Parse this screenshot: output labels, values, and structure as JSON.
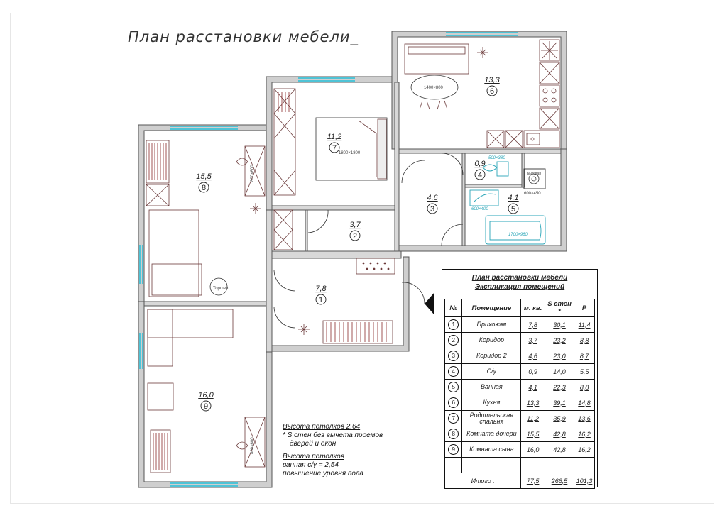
{
  "title": "План расстановки мебели_",
  "rooms": [
    {
      "num": "1",
      "area": "7,8"
    },
    {
      "num": "2",
      "area": "3,7"
    },
    {
      "num": "3",
      "area": "4,6"
    },
    {
      "num": "4",
      "area": "0,9"
    },
    {
      "num": "5",
      "area": "4,1"
    },
    {
      "num": "6",
      "area": "13,3"
    },
    {
      "num": "7",
      "area": "11,2"
    },
    {
      "num": "8",
      "area": "15,5"
    },
    {
      "num": "9",
      "area": "16,0"
    }
  ],
  "labels": {
    "table_kitchen": "1400×800",
    "bed": "1800×1800",
    "toilet": "500×380",
    "sink": "600×400",
    "washer": "600×450",
    "bath": "1700×960",
    "desk1": "800×600",
    "desk2": "800×600",
    "torsher": "Торшер",
    "washer_word": "Бытовая"
  },
  "notes": {
    "ceiling": "Высота потолков 2,64",
    "swall1": "* S стен без вычета проемов",
    "swall2": "дверей и окон",
    "bath_ceiling1": "Высота потолков",
    "bath_ceiling2": "ванная с/у = 2,54",
    "floor": "повышение уровня пола"
  },
  "explication": {
    "title1": "План расстановки мебели",
    "title2": "Экспликация помещений",
    "headers": [
      "№",
      "Помещение",
      "м. кв.",
      "S стен *",
      "P"
    ],
    "rows": [
      {
        "num": "1",
        "name": "Прихожая",
        "area": "7,8",
        "s": "30,1",
        "p": "11,4"
      },
      {
        "num": "2",
        "name": "Коридор",
        "area": "3,7",
        "s": "23,2",
        "p": "8,8"
      },
      {
        "num": "3",
        "name": "Коридор 2",
        "area": "4,6",
        "s": "23,0",
        "p": "8,7"
      },
      {
        "num": "4",
        "name": "С/у",
        "area": "0,9",
        "s": "14,0",
        "p": "5,5"
      },
      {
        "num": "5",
        "name": "Ванная",
        "area": "4,1",
        "s": "22,3",
        "p": "8,8"
      },
      {
        "num": "6",
        "name": "Кухня",
        "area": "13,3",
        "s": "39,1",
        "p": "14,8"
      },
      {
        "num": "7",
        "name": "Родительская спальня",
        "area": "11,2",
        "s": "35,9",
        "p": "13,6"
      },
      {
        "num": "8",
        "name": "Комната дочери",
        "area": "15,5",
        "s": "42,8",
        "p": "16,2"
      },
      {
        "num": "9",
        "name": "Комната сына",
        "area": "16,0",
        "s": "42,8",
        "p": "16,2"
      }
    ],
    "total_label": "Итого :",
    "total_area": "77,5",
    "total_s": "266,5",
    "total_p": "101,3"
  }
}
